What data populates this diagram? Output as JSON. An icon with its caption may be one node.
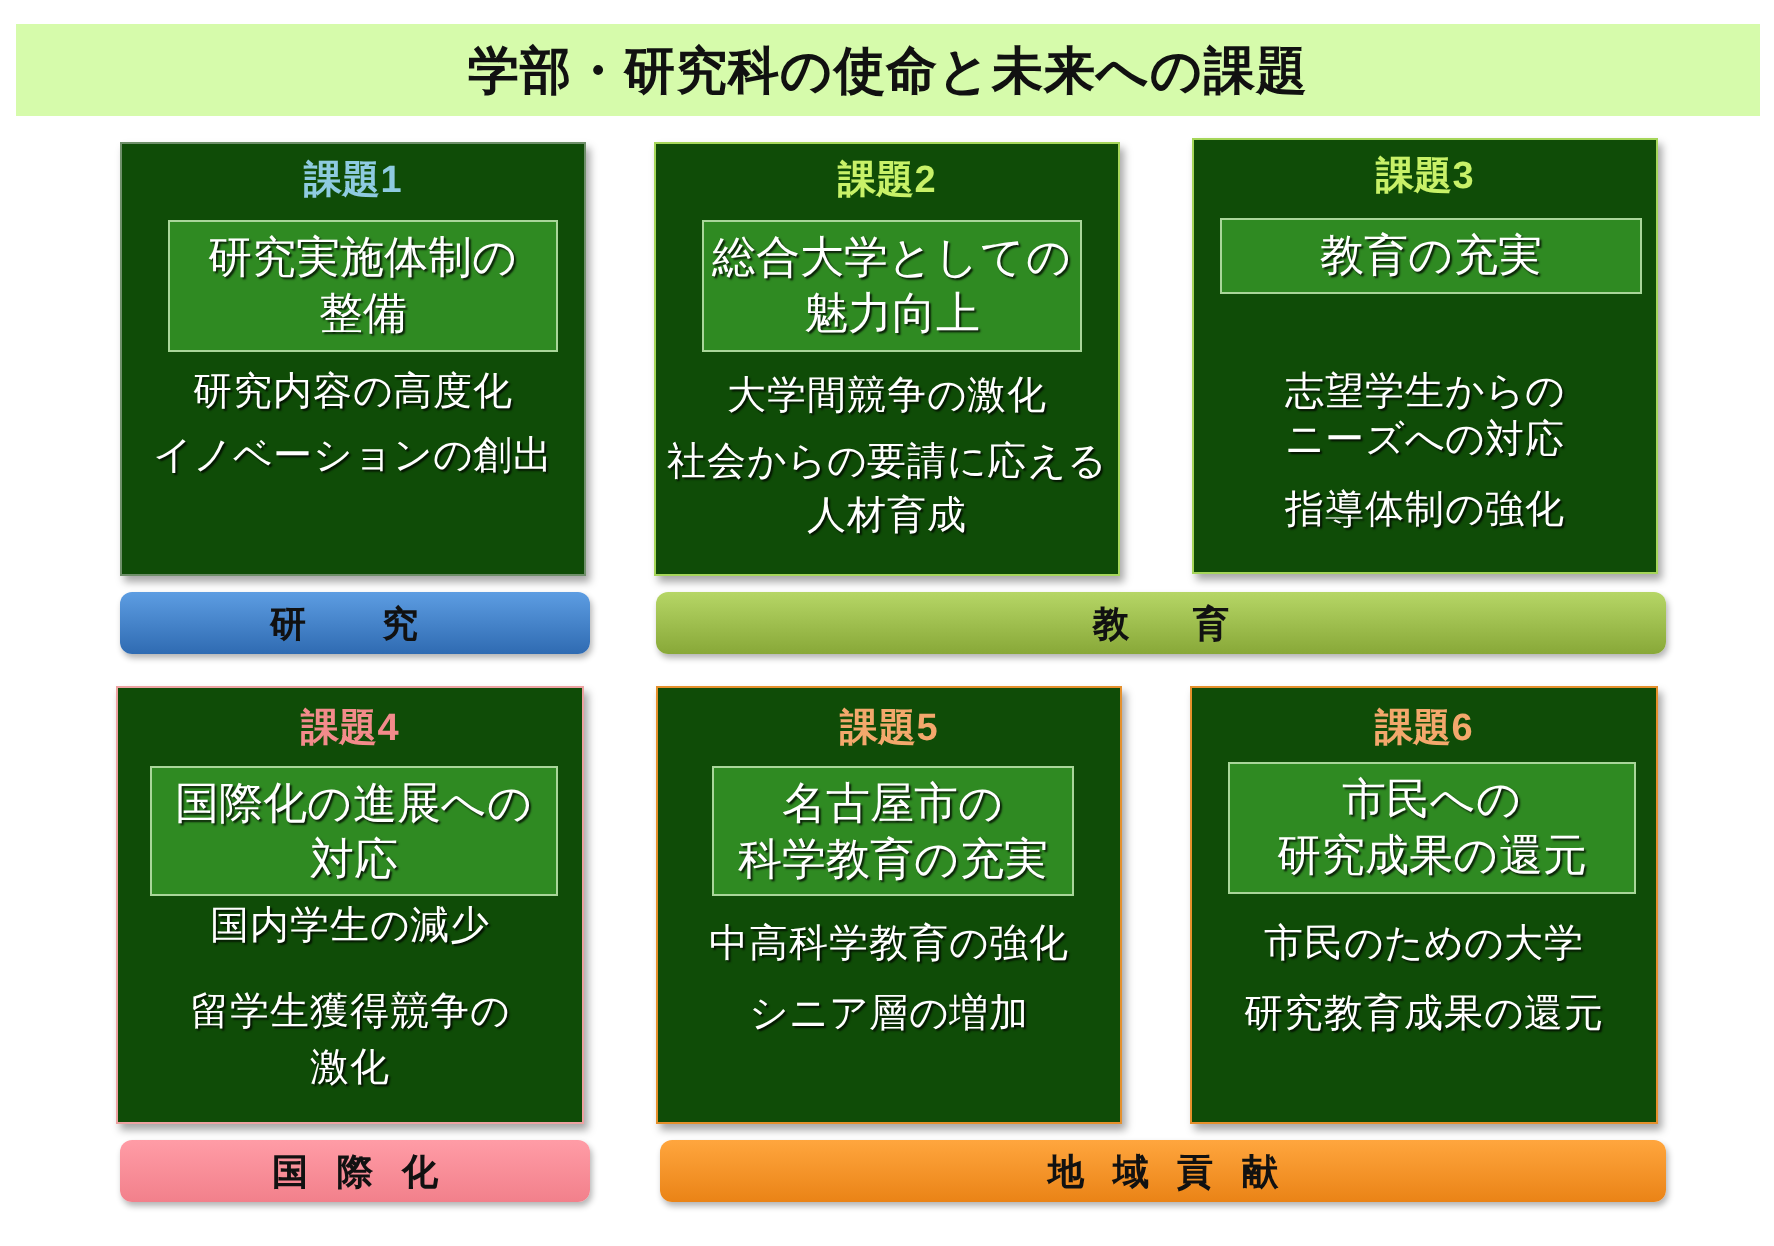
{
  "diagram": {
    "title": "学部・研究科の使命と未来への課題",
    "nodes": [
      {
        "text": [
          "課題1",
          "研究内容の高度化",
          "イノベーションの創出"
        ]
      },
      {
        "text": [
          "研究実施体制の整備"
        ],
        "in": 0
      },
      {
        "text": [
          "課題2",
          "大学間競争の激化",
          "社会からの要請に応える人材育成"
        ]
      },
      {
        "text": [
          "総合大学としての魅力向上"
        ],
        "in": 2
      },
      {
        "text": [
          "課題3",
          "志望学生からのニーズへの対応",
          "指導体制の強化"
        ]
      },
      {
        "text": [
          "教育の充実"
        ],
        "in": 4
      },
      {
        "text": [
          "研究"
        ]
      },
      {
        "text": [
          "教育"
        ]
      },
      {
        "text": [
          "課題4",
          "国内学生の減少",
          "留学生獲得競争の激化"
        ]
      },
      {
        "text": [
          "国際化の進展への対応"
        ],
        "in": 8
      },
      {
        "text": [
          "課題5",
          "中高科学教育の強化",
          "シニア層の増加"
        ]
      },
      {
        "text": [
          "名古屋市の科学教育の充実"
        ],
        "in": 10
      },
      {
        "text": [
          "課題6",
          "市民のための大学",
          "研究教育成果の還元"
        ]
      },
      {
        "text": [
          "市民への研究成果の還元"
        ],
        "in": 12
      },
      {
        "text": [
          "国際化"
        ]
      },
      {
        "text": [
          "地域貢献"
        ]
      }
    ]
  }
}
